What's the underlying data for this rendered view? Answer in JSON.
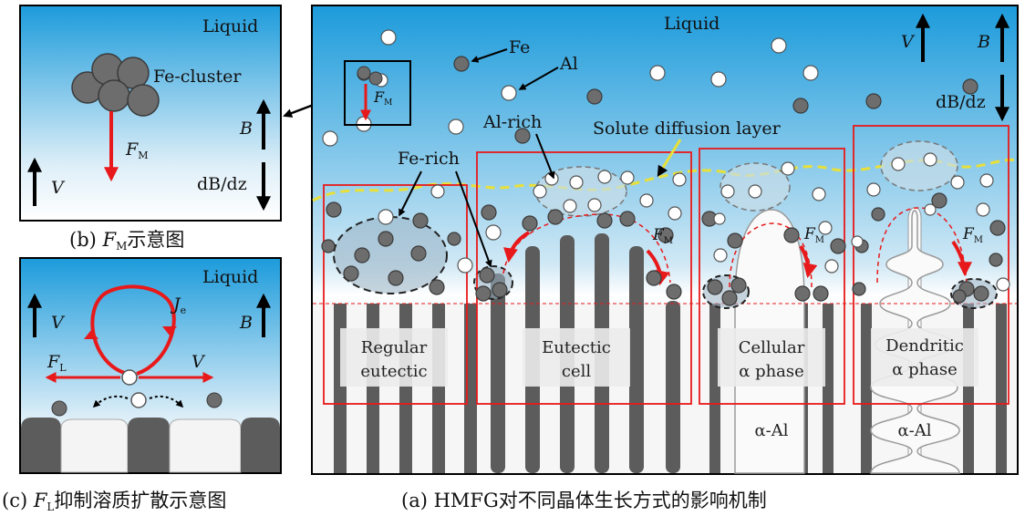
{
  "panel_b": {
    "liquid": "Liquid",
    "fe_cluster": "Fe-cluster",
    "force": "F",
    "force_sub": "M",
    "field": "B",
    "gradient": "dB/dz",
    "velocity": "V",
    "caption_prefix": "(b) ",
    "caption_sym": "F",
    "caption_sub": "M",
    "caption_text": "示意图"
  },
  "panel_c": {
    "liquid": "Liquid",
    "current": "J",
    "current_sub": "e",
    "lorentz": "F",
    "lorentz_sub": "L",
    "velocity_left": "V",
    "velocity_right": "V",
    "field": "B",
    "caption_prefix": "(c) ",
    "caption_sym": "F",
    "caption_sub": "L",
    "caption_text": "抑制溶质扩散示意图"
  },
  "panel_a": {
    "liquid": "Liquid",
    "fe": "Fe",
    "al": "Al",
    "al_rich": "Al-rich",
    "fe_rich": "Fe-rich",
    "diffusion_layer": "Solute diffusion layer",
    "velocity": "V",
    "field": "B",
    "gradient": "dB/dz",
    "inset_force": "F",
    "inset_force_sub": "M",
    "fm_force": "F",
    "fm_sub": "M",
    "alpha_al_1": "α-Al",
    "alpha_al_2": "α-Al",
    "regions": [
      {
        "line1": "Regular",
        "line2": "eutectic"
      },
      {
        "line1": "Eutectic",
        "line2": "cell"
      },
      {
        "line1": "Cellular",
        "line2": "α phase"
      },
      {
        "line1": "Dendritic",
        "line2": "α phase"
      }
    ],
    "caption": "(a) HMFG对不同晶体生长方式的影响机制"
  },
  "colors": {
    "liquid_top": "#1e9fdc",
    "liquid_bottom": "#ffffff",
    "fe_atom": "#6d6d6d",
    "al_atom": "#ffffff",
    "force_arrow": "#e8191a",
    "region_box": "#e8191a",
    "diffusion_layer": "#e8e03a",
    "eutectic_plate": "#5c5c5c"
  }
}
